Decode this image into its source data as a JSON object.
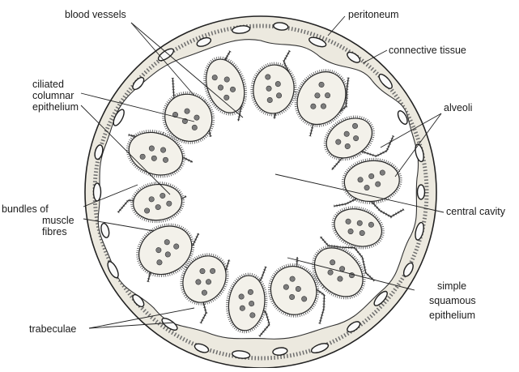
{
  "labels": {
    "blood_vessels": "blood vessels",
    "peritoneum": "peritoneum",
    "connective_tissue": "connective tissue",
    "ciliated_columnar_epithelium": [
      "ciliated",
      "columnar",
      "epithelium"
    ],
    "alveoli": "alveoli",
    "bundles_of_muscle_fibres": [
      "bundles of",
      "muscle",
      "fibres"
    ],
    "central_cavity": "central cavity",
    "simple_squamous_epithelium": [
      "simple",
      "squamous",
      "epithelium"
    ],
    "trabeculae": "trabeculae"
  }
}
